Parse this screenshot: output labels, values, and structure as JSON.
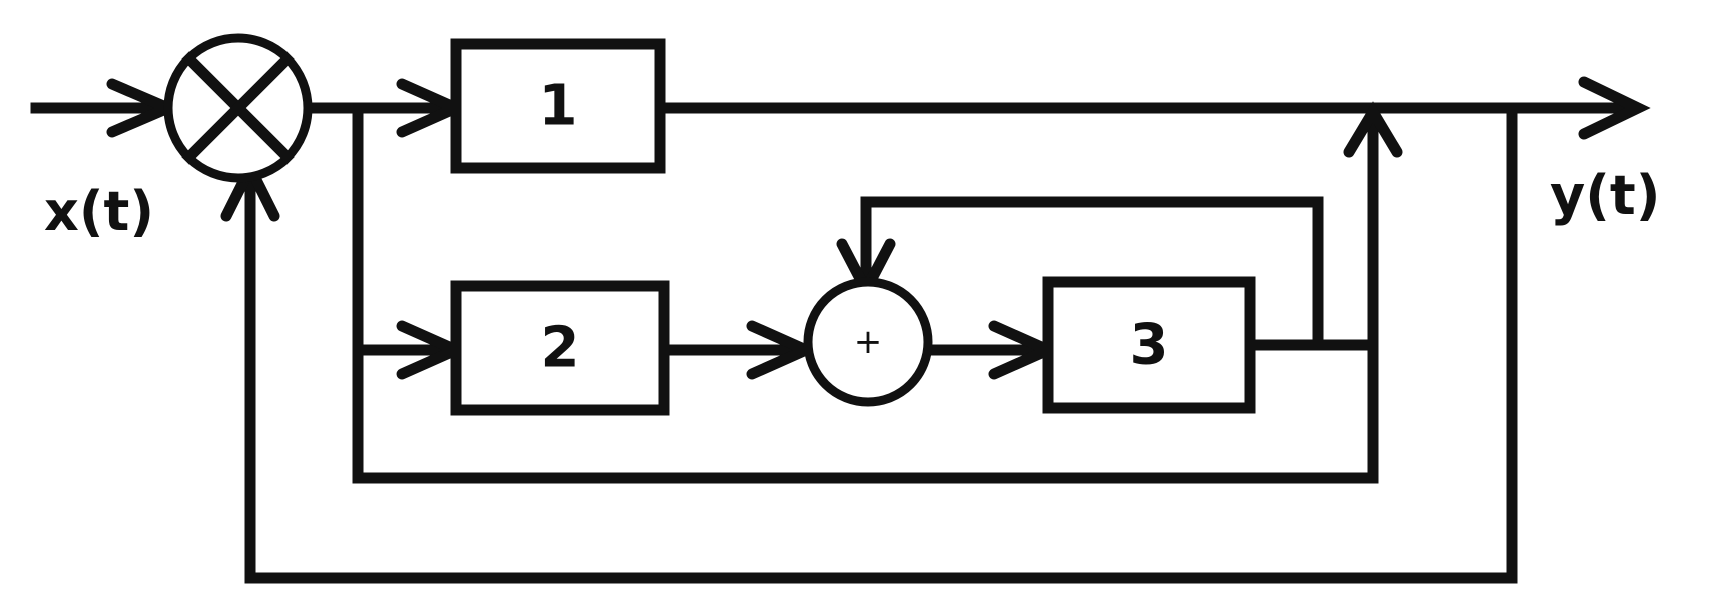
{
  "signals": {
    "input": "x(t)",
    "output": "y(t)"
  },
  "blocks": [
    {
      "id": "block-1",
      "label": "1"
    },
    {
      "id": "block-2",
      "label": "2"
    },
    {
      "id": "block-3",
      "label": "3"
    }
  ],
  "summing_node": {
    "symbol": "+"
  },
  "colors": {
    "stroke": "#111111",
    "background": "#ffffff"
  }
}
